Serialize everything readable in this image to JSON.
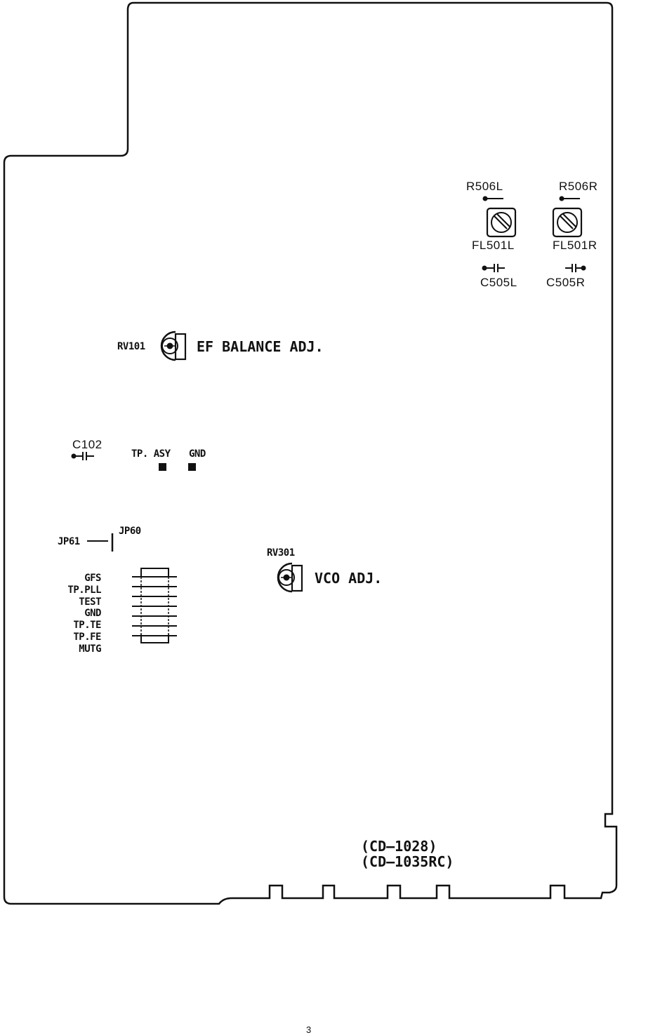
{
  "labels": {
    "r506l": "R506L",
    "r506r": "R506R",
    "fl501l": "FL501L",
    "fl501r": "FL501R",
    "c505l": "C505L",
    "c505r": "C505R",
    "rv101": "RV101",
    "ef_balance": "EF BALANCE ADJ.",
    "c102": "C102",
    "tp_asy": "TP. ASY",
    "gnd": "GND",
    "jp61": "JP61",
    "jp60": "JP60",
    "rv301": "RV301",
    "vco_adj": "VCO ADJ.",
    "model_1": "(CD–1028)",
    "model_2": "(CD–1035RC)"
  },
  "test_points": [
    "GFS",
    "TP.PLL",
    "TEST",
    "GND",
    "TP.TE",
    "TP.FE",
    "MUTG"
  ],
  "page_number": "3"
}
